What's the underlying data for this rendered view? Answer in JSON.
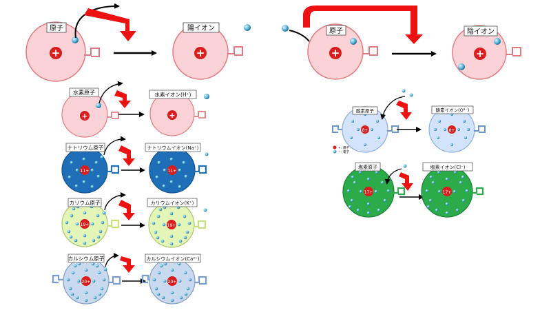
{
  "big": {
    "atom_left": "原子",
    "cation": "陽イオン",
    "atom_right": "原子",
    "anion": "陰イオン"
  },
  "rows": {
    "hydrogen": {
      "atom": "水素原子",
      "ion": "水素イオン(H⁺)"
    },
    "sodium": {
      "atom": "ナトリウム原子",
      "ion": "ナトリウムイオン(Na⁺)",
      "nucleus": "11+"
    },
    "potassium": {
      "atom": "カリウム原子",
      "ion": "カリウムイオン(K⁺)",
      "nucleus": "19+"
    },
    "calcium": {
      "atom": "カルシウム原子",
      "ion": "カルシウムイオン(Ca²⁺)",
      "nucleus": "20+"
    },
    "oxygen": {
      "atom": "酸素原子",
      "ion": "酸素イオン(O²⁻)",
      "nucleus": "8+",
      "legend_proton": "陽子",
      "legend_electron": "電子"
    },
    "chlorine": {
      "atom": "塩素原子",
      "ion": "塩素イオン(Cl⁻)",
      "nucleus": "17+"
    }
  },
  "colors": {
    "pink_fill": "#fbd3d6",
    "pink_stroke": "#e07a82",
    "sodium_fill": "#1e6fb8",
    "potassium_fill": "#e4f5b8",
    "calcium_fill": "#c9d9ee",
    "oxygen_fill": "#d3e4f8",
    "chlorine_fill": "#2bab4a",
    "arrow_red": "#ee1111",
    "electron": "#3aa0cc"
  }
}
